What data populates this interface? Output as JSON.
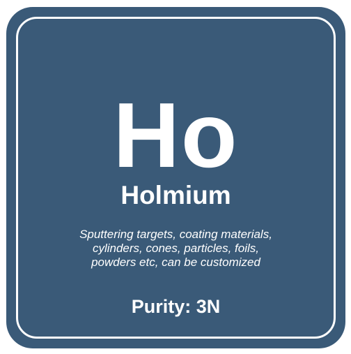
{
  "tile": {
    "symbol": "Ho",
    "name": "Holmium",
    "description_lines": [
      "Sputtering targets, coating materials,",
      "cylinders, cones, particles, foils,",
      "powders etc, can be customized"
    ],
    "purity": "Purity: 3N"
  },
  "colors": {
    "tile_background": "#3a5a78",
    "text": "#ffffff",
    "border": "#ffffff"
  }
}
